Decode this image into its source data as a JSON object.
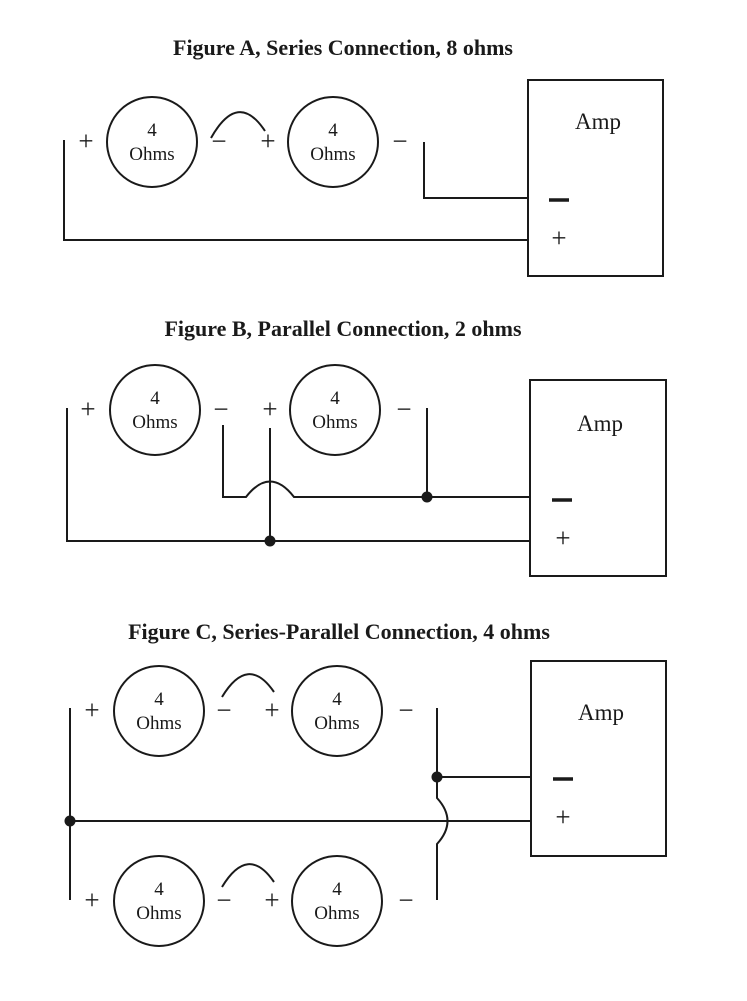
{
  "figures": [
    {
      "title": "Figure A, Series Connection, 8 ohms",
      "speakers": [
        {
          "value": "4",
          "unit": "Ohms",
          "plus": "+",
          "minus": "−"
        },
        {
          "value": "4",
          "unit": "Ohms",
          "plus": "+",
          "minus": "−"
        }
      ],
      "amp": {
        "label": "Amp",
        "minus": "−",
        "plus": "+"
      }
    },
    {
      "title": "Figure B, Parallel Connection, 2 ohms",
      "speakers": [
        {
          "value": "4",
          "unit": "Ohms",
          "plus": "+",
          "minus": "−"
        },
        {
          "value": "4",
          "unit": "Ohms",
          "plus": "+",
          "minus": "−"
        }
      ],
      "amp": {
        "label": "Amp",
        "minus": "−",
        "plus": "+"
      }
    },
    {
      "title": "Figure C, Series-Parallel Connection, 4 ohms",
      "speakers": [
        {
          "value": "4",
          "unit": "Ohms",
          "plus": "+",
          "minus": "−"
        },
        {
          "value": "4",
          "unit": "Ohms",
          "plus": "+",
          "minus": "−"
        },
        {
          "value": "4",
          "unit": "Ohms",
          "plus": "+",
          "minus": "−"
        },
        {
          "value": "4",
          "unit": "Ohms",
          "plus": "+",
          "minus": "−"
        }
      ],
      "amp": {
        "label": "Amp",
        "minus": "−",
        "plus": "+"
      }
    }
  ]
}
